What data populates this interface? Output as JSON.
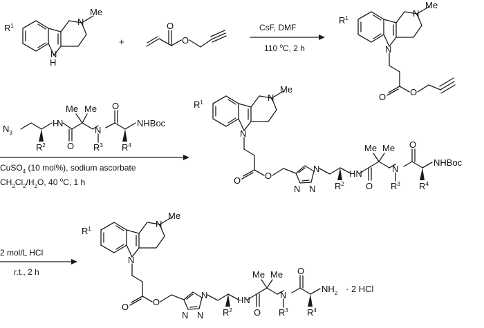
{
  "scheme": {
    "plus": "+",
    "step1": {
      "reagents": "CsF, DMF",
      "conditions_pre": "110 ",
      "conditions_deg": "o",
      "conditions_post": "C, 2 h"
    },
    "step2": {
      "reagents_pre": "CuSO",
      "reagents_sub": "4",
      "reagents_post": " (10 mol%), sodium ascorbate",
      "solvent_a": "CH",
      "solvent_a_sub": "2",
      "solvent_b": "Cl",
      "solvent_b_sub": "2",
      "solvent_c": "/H",
      "solvent_c_sub": "2",
      "solvent_d": "O, 40 ",
      "solvent_deg": "o",
      "solvent_e": "C, 1 h"
    },
    "step3": {
      "reagents": "2 mol/L HCl",
      "conditions": "r.t., 2 h"
    }
  },
  "labels": {
    "r": "R",
    "one": "1",
    "two": "2",
    "three": "3",
    "four": "4",
    "me": "Me",
    "n": "N",
    "nh": "NH",
    "h": "H",
    "o": "O",
    "hn": "HN",
    "n3": "N",
    "n3_sub": "3",
    "nhboc": "NHBoc",
    "nh2": "NH",
    "nh2_sub": "2",
    "hcl_salt": "· 2 HCl",
    "nn": "N"
  }
}
